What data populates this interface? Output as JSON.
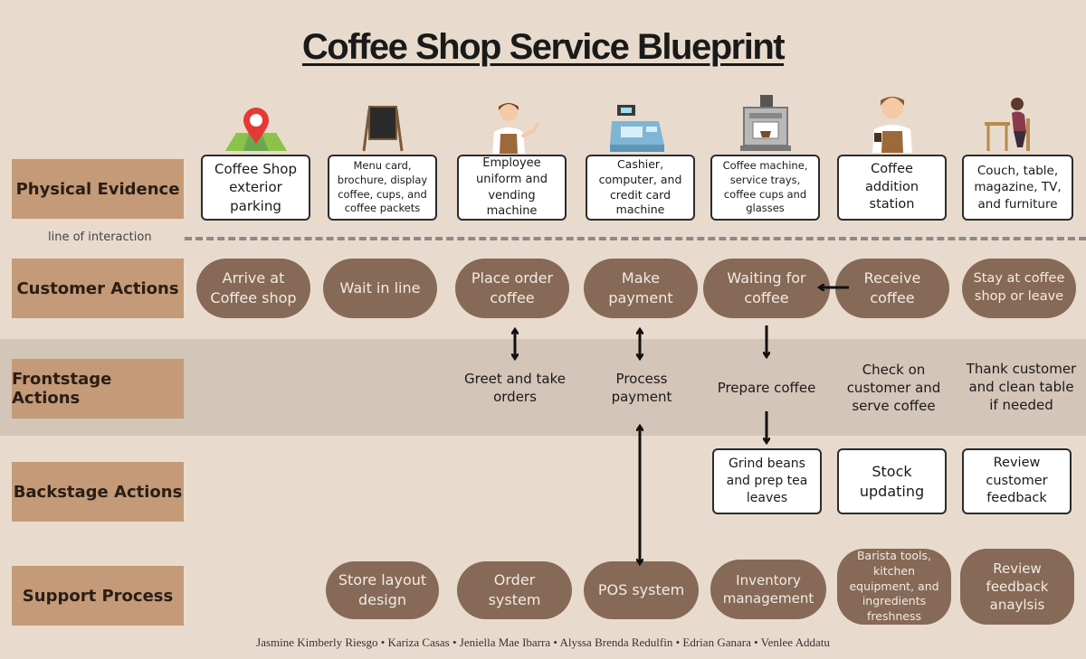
{
  "title": "Coffee Shop Service Blueprint",
  "row_labels": {
    "physical": "Physical Evidence",
    "customer": "Customer Actions",
    "frontstage": "Frontstage Actions",
    "backstage": "Backstage Actions",
    "support": "Support Process"
  },
  "line_of_interaction": "line of interaction",
  "physical_evidence": [
    "Coffee Shop exterior parking",
    "Menu card, brochure, display coffee, cups, and coffee packets",
    "Employee uniform and vending machine",
    "Cashier, computer, and credit card machine",
    "Coffee machine, service trays, coffee cups and glasses",
    "Coffee addition station",
    "Couch, table, magazine, TV, and furniture"
  ],
  "customer_actions": [
    "Arrive at Coffee shop",
    "Wait in line",
    "Place order coffee",
    "Make payment",
    "Waiting for coffee",
    "Receive coffee",
    "Stay at coffee shop or leave"
  ],
  "frontstage_actions": [
    "Greet and take orders",
    "Process payment",
    "Prepare coffee",
    "Check on customer and serve coffee",
    "Thank customer and clean table if needed"
  ],
  "backstage_actions": [
    "Grind beans and prep tea leaves",
    "Stock updating",
    "Review customer feedback"
  ],
  "support_process": [
    "Store layout design",
    "Order system",
    "POS system",
    "Inventory management",
    "Barista tools, kitchen equipment, and ingredients freshness",
    "Review feedback anaylsis"
  ],
  "credits": "Jasmine Kimberly Riesgo • Kariza Casas •  Jeniella Mae Ibarra • Alyssa Brenda Redulfin • Edrian Ganara • Venlee Addatu",
  "icons": [
    "map-pin-icon",
    "chalkboard-icon",
    "barista-icon",
    "cash-register-icon",
    "espresso-machine-icon",
    "barista-cup-icon",
    "reading-person-icon"
  ],
  "colors": {
    "background": "#e8dbcd",
    "label": "#c49a78",
    "pill": "#866957",
    "band": "#d3c5b7"
  }
}
